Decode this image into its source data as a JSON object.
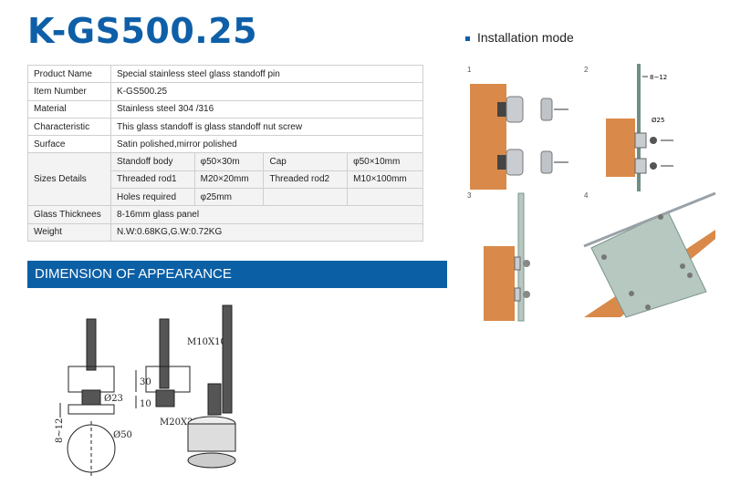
{
  "title": "K-GS500.25",
  "specs": {
    "product_name": {
      "label": "Product Name",
      "value": "Special stainless steel glass standoff pin"
    },
    "item_number": {
      "label": "Item Number",
      "value": "K-GS500.25"
    },
    "material": {
      "label": "Material",
      "value": "Stainless steel 304 /316"
    },
    "characteristic": {
      "label": "Characteristic",
      "value": "This glass standoff is glass standoff nut screw"
    },
    "surface": {
      "label": "Surface",
      "value": "Satin polished,mirror polished"
    },
    "sizes": {
      "label": "Sizes Details",
      "row1": [
        "Standoff body",
        "φ50×30m",
        "Cap",
        "φ50×10mm"
      ],
      "row2": [
        "Threaded rod1",
        "M20×20mm",
        "Threaded rod2",
        "M10×100mm"
      ],
      "row3": [
        "Holes required",
        "φ25mm"
      ]
    },
    "glass_thickness": {
      "label": "Glass Thicknees",
      "value": "8-16mm glass panel"
    },
    "weight": {
      "label": "Weight",
      "value": "N.W:0.68KG,G.W:0.72KG"
    }
  },
  "dimension_banner": "DIMENSION OF APPEARANCE",
  "installation_title": "Installation mode",
  "steps": [
    "1",
    "2",
    "3",
    "4"
  ],
  "dimension_labels": {
    "m10": "M10X100",
    "d23": "Ø23",
    "d50": "Ø50",
    "range": "8~12",
    "h30": "30",
    "h10": "10",
    "m20": "M20X20"
  },
  "install_labels": {
    "range": "8~12",
    "d25": "Ø25"
  },
  "colors": {
    "title_blue": "#0e5fa8",
    "banner_blue": "#0b5fa5",
    "wood": "#d98a4a",
    "glass": "#b7c8c0"
  }
}
